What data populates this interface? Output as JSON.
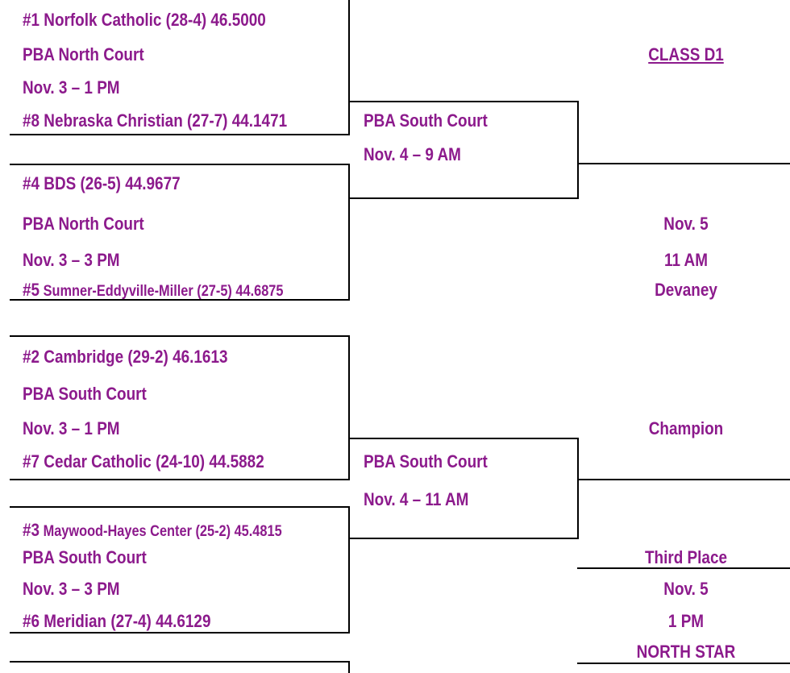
{
  "bracket": {
    "title": "CLASS D1",
    "games": [
      {
        "team_top": "#1 Norfolk Catholic (28-4) 46.5000",
        "site": "PBA North Court",
        "time": "Nov. 3 – 1 PM",
        "team_bottom": "#8 Nebraska Christian (27-7) 44.1471"
      },
      {
        "team_top": "#4 BDS (26-5) 44.9677",
        "site": "PBA North Court",
        "time": "Nov. 3 – 3 PM",
        "team_bottom_seed": "#5",
        "team_bottom_name": "Sumner-Eddyville-Miller (27-5) 44.6875"
      },
      {
        "team_top": "#2 Cambridge (29-2) 46.1613",
        "site": "PBA South Court",
        "time": "Nov. 3 – 1 PM",
        "team_bottom": "#7 Cedar Catholic (24-10) 44.5882"
      },
      {
        "team_top_seed": "#3",
        "team_top_name": "Maywood-Hayes Center (25-2) 45.4815",
        "site": "PBA South Court",
        "time": "Nov. 3 – 3 PM",
        "team_bottom": "#6 Meridian (27-4) 44.6129"
      }
    ],
    "semifinals": [
      {
        "site": "PBA South Court",
        "time": "Nov. 4 – 9 AM"
      },
      {
        "site": "PBA South Court",
        "time": "Nov. 4 – 11 AM"
      }
    ],
    "final": {
      "date": "Nov. 5",
      "time": "11 AM",
      "venue": "Devaney",
      "label": "Champion"
    },
    "third_place": {
      "label": "Third Place",
      "date": "Nov. 5",
      "time": "1 PM",
      "venue": "NORTH STAR"
    }
  }
}
